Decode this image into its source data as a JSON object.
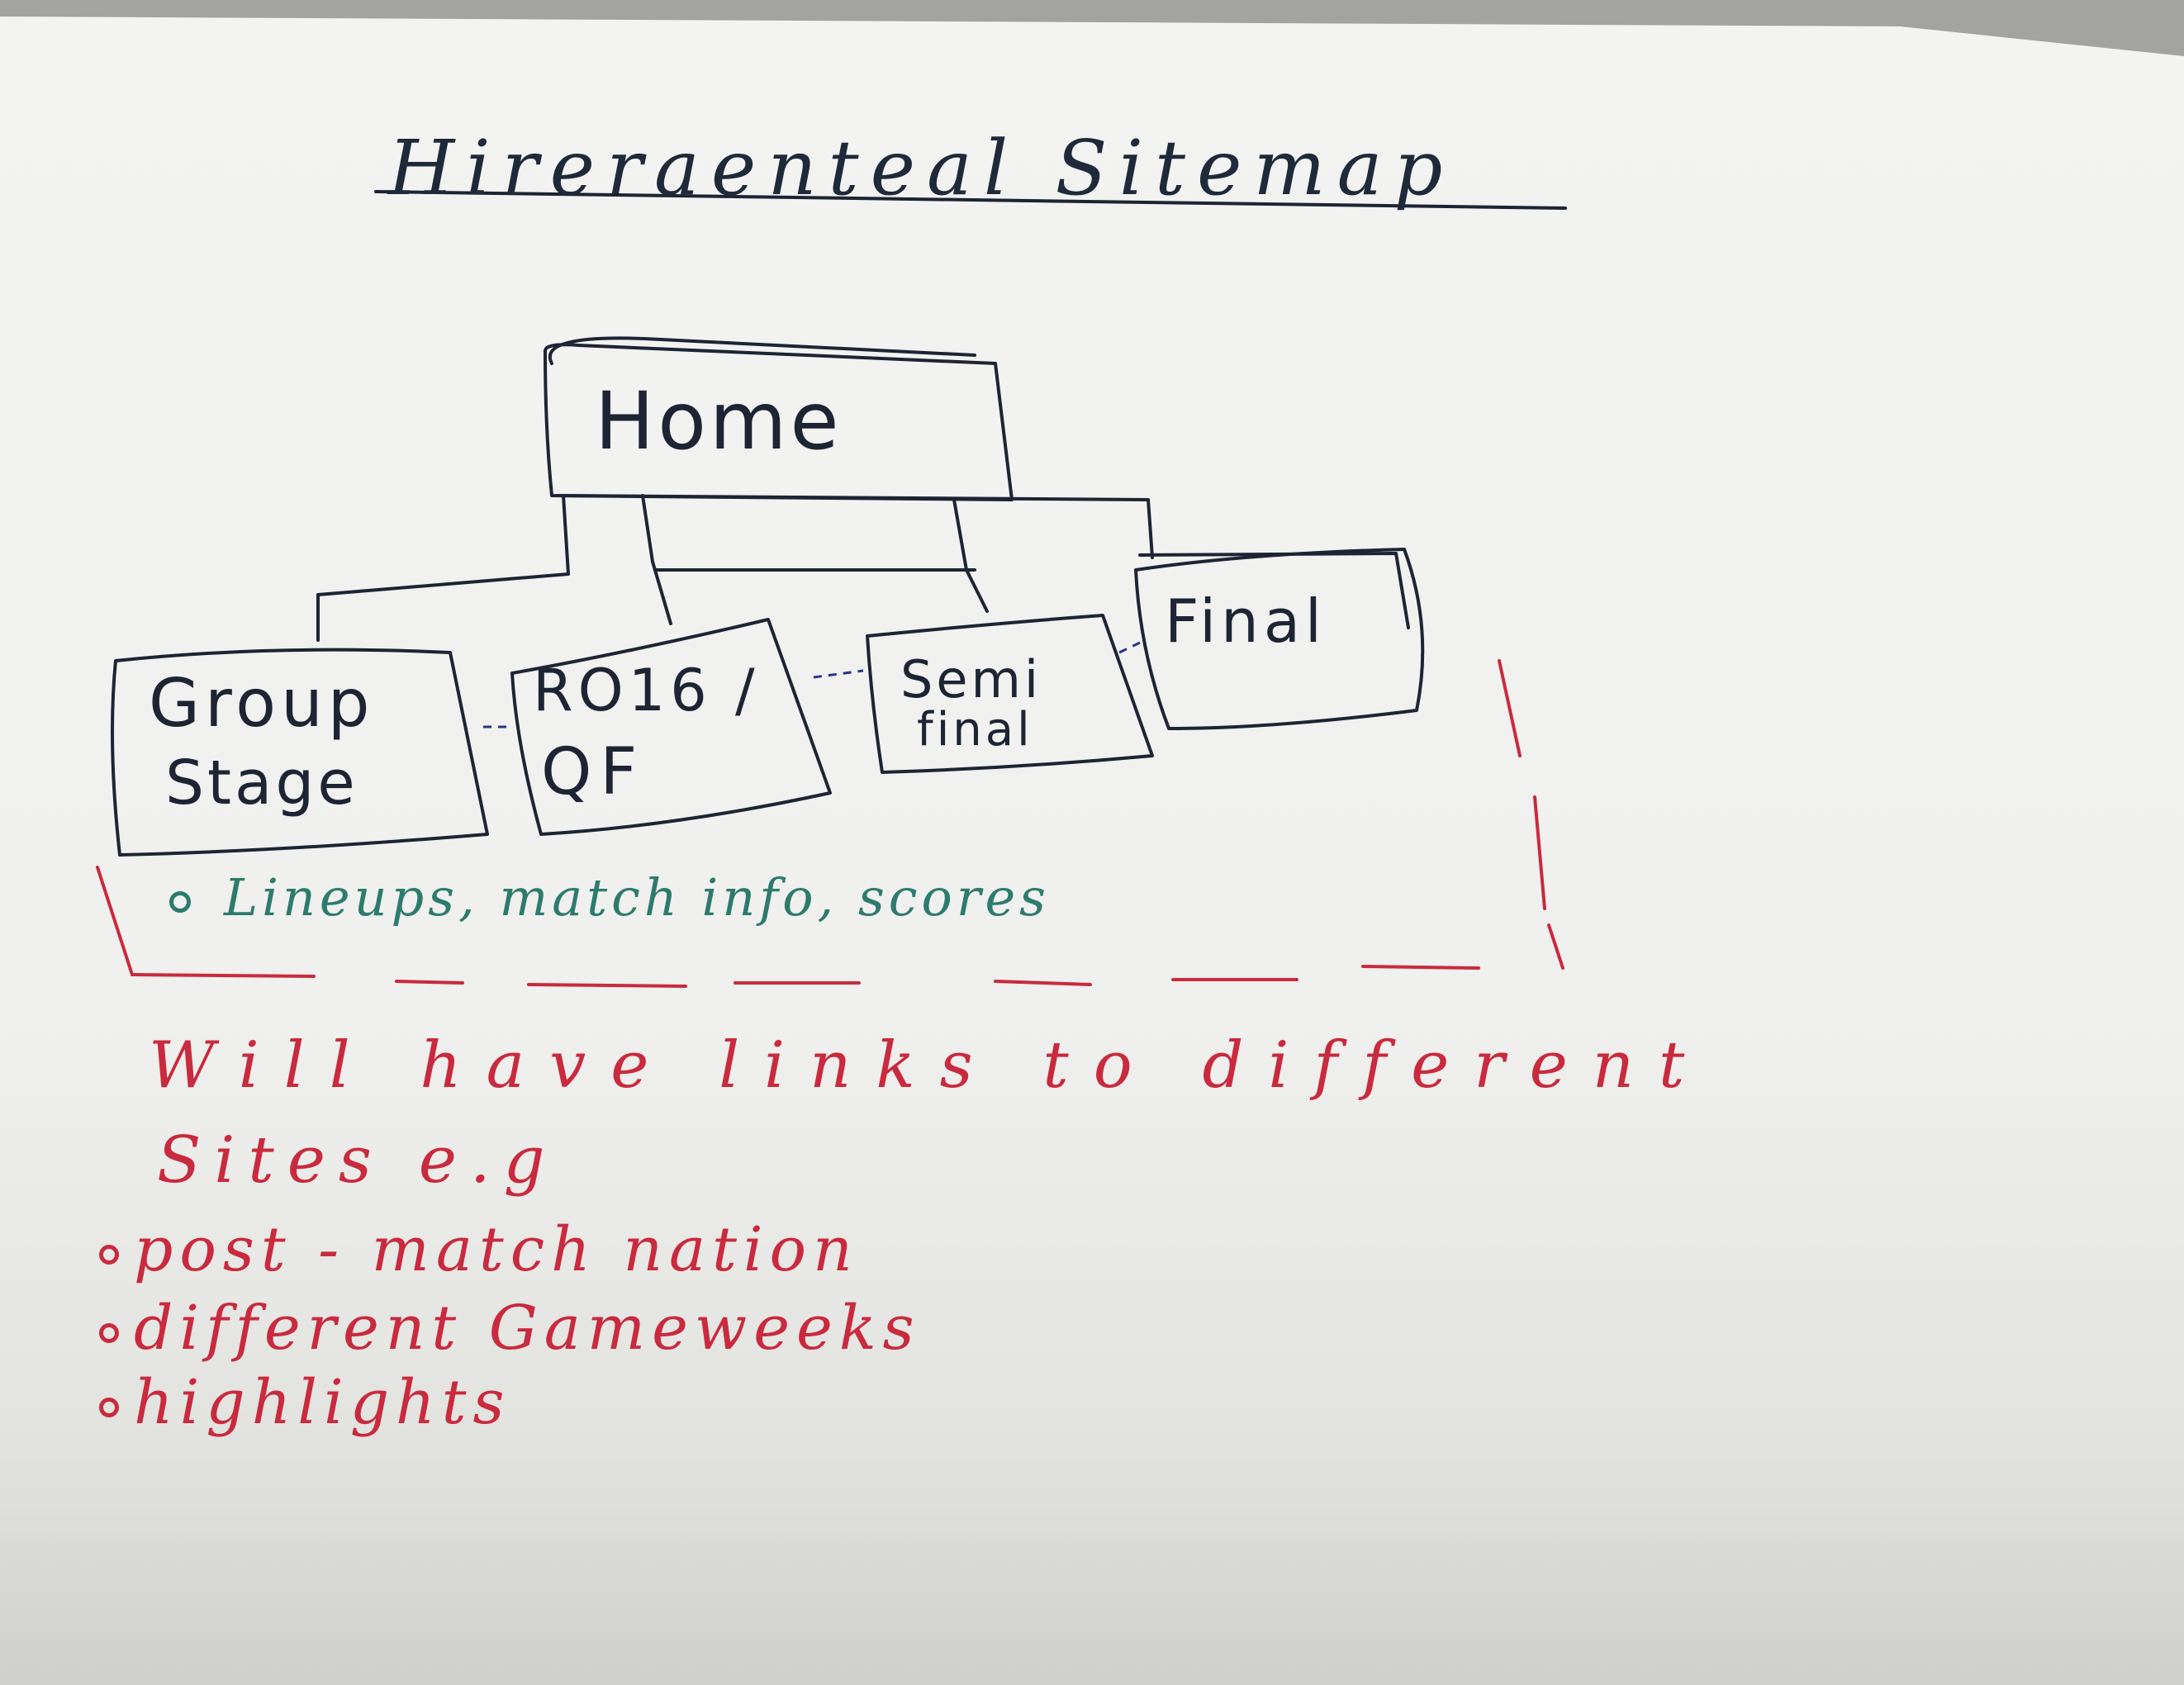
{
  "title": "Hireraenteal Sitemap",
  "nodes": {
    "home": "Home",
    "group_stage_line1": "Group",
    "group_stage_line2": "Stage",
    "ro16_line1": "RO16 /",
    "ro16_line2": "QF",
    "semi_line1": "Semi",
    "semi_line2": "final",
    "final": "Final"
  },
  "green_note": "Lineups, match info, scores",
  "red_note": {
    "line1": "Will have links to different",
    "line2": "Sites e.g",
    "items": [
      "post - match nation",
      "different Gameweeks",
      "highlights"
    ]
  },
  "colors": {
    "ink_black": "#1d2433",
    "ink_green": "#2d7b6c",
    "ink_red": "#c92a3e",
    "paper": "#f2f2f0"
  }
}
